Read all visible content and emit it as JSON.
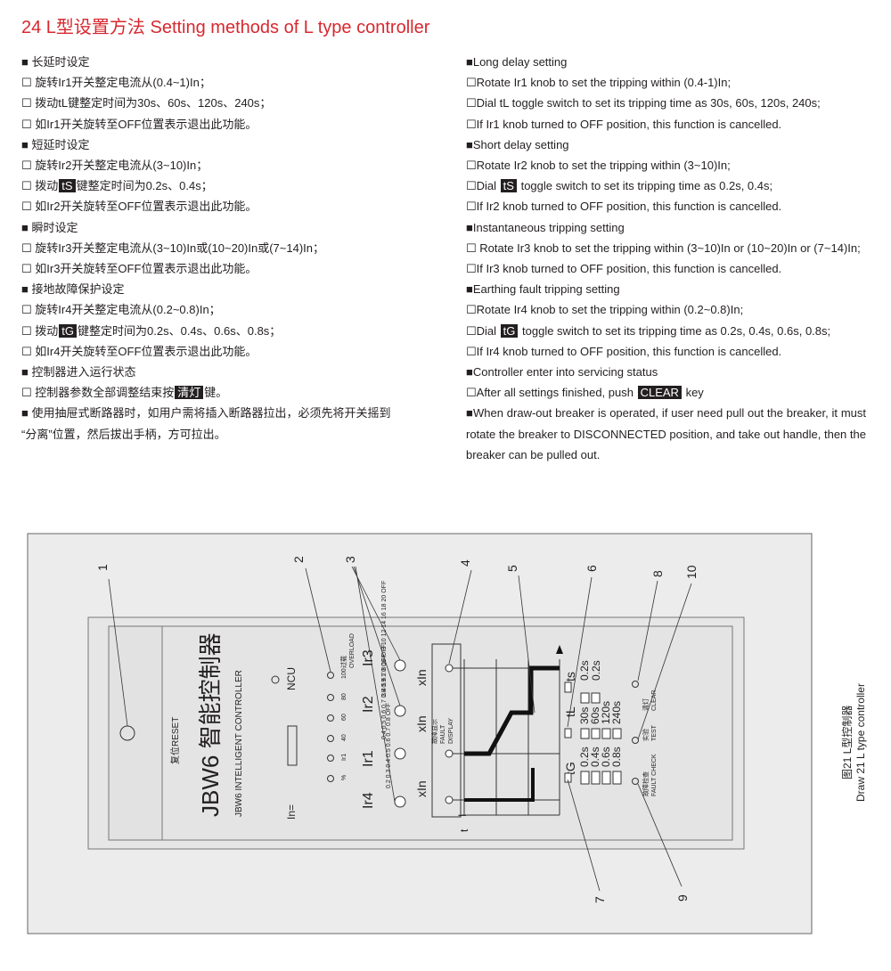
{
  "title": "24  L型设置方法 Setting methods of L type controller",
  "cn": {
    "long_head": "■ 长延时设定",
    "long_1": "☐ 旋转Ir1开关整定电流从(0.4~1)In；",
    "long_2": "☐ 拨动tL键整定时间为30s、60s、120s、240s；",
    "long_3": "☐ 如Ir1开关旋转至OFF位置表示退出此功能。",
    "short_head": "■ 短延时设定",
    "short_1": "☐ 旋转Ir2开关整定电流从(3~10)In；",
    "short_2a": "☐ 拨动",
    "short_2tag": "tS",
    "short_2b": "键整定时间为0.2s、0.4s；",
    "short_3": "☐ 如Ir2开关旋转至OFF位置表示退出此功能。",
    "inst_head": "■ 瞬时设定",
    "inst_1": "☐ 旋转Ir3开关整定电流从(3~10)In或(10~20)In或(7~14)In；",
    "inst_2": "☐ 如Ir3开关旋转至OFF位置表示退出此功能。",
    "earth_head": "■ 接地故障保护设定",
    "earth_1": "☐ 旋转Ir4开关整定电流从(0.2~0.8)In；",
    "earth_2a": "☐ 拨动",
    "earth_2tag": "tG",
    "earth_2b": "键整定时间为0.2s、0.4s、0.6s、0.8s；",
    "earth_3": "☐ 如Ir4开关旋转至OFF位置表示退出此功能。",
    "ctrl_head": "■ 控制器进入运行状态",
    "ctrl_1a": "☐ 控制器参数全部调整结束按",
    "ctrl_1tag": "清灯",
    "ctrl_1b": "键。",
    "draw_1": "■ 使用抽屉式断路器时，如用户需将插入断路器拉出，必须先将开关摇到",
    "draw_2": "“分离”位置，然后拔出手柄，方可拉出。"
  },
  "en": {
    "long_head": "■Long delay setting",
    "long_1": "☐Rotate Ir1 knob to set the tripping within (0.4-1)In;",
    "long_2": "☐Dial tL toggle switch to set its tripping time as 30s, 60s, 120s, 240s;",
    "long_3": "☐If Ir1 knob turned to OFF position, this function is cancelled.",
    "short_head": "■Short delay setting",
    "short_1": "☐Rotate Ir2 knob to set the tripping within (3~10)In;",
    "short_2a": "☐Dial ",
    "short_2tag": "tS",
    "short_2b": " toggle switch to set its tripping time as 0.2s, 0.4s;",
    "short_3": "☐If Ir2 knob turned to OFF position, this function is cancelled.",
    "inst_head": "■Instantaneous tripping setting",
    "inst_1": "☐ Rotate Ir3 knob to set the tripping within (3~10)In or (10~20)In or (7~14)In;",
    "inst_2": "☐If Ir3 knob turned to OFF position, this function is cancelled.",
    "earth_head": "■Earthing fault tripping setting",
    "earth_1": "☐Rotate Ir4 knob to set the tripping within (0.2~0.8)In;",
    "earth_2a": "☐Dial ",
    "earth_2tag": "tG",
    "earth_2b": " toggle switch to set its tripping time as 0.2s, 0.4s, 0.6s, 0.8s;",
    "earth_3": "☐If Ir4 knob turned to OFF position, this function is cancelled.",
    "ctrl_head": "■Controller enter into servicing status",
    "ctrl_1a": "☐After all settings finished, push ",
    "ctrl_1tag": "CLEAR",
    "ctrl_1b": " key",
    "draw_1": "■When draw-out breaker is operated, if user need pull out the breaker, it must rotate the breaker to DISCONNECTED position, and take out handle, then the breaker can be pulled out."
  },
  "diagram": {
    "callouts": [
      "1",
      "2",
      "3",
      "4",
      "5",
      "6",
      "7",
      "8",
      "9",
      "10"
    ],
    "brand": "JBW6 智能控制器",
    "brand_en": "JBW6 INTELLIGENT CONTROLLER",
    "ncu": "NCU",
    "in_label": "In=",
    "reset": "复位RESET",
    "overload_cn": "过载",
    "overload": "OVERLOAD",
    "led_scale": [
      "100",
      "80",
      "60",
      "40",
      "Ir1",
      "%"
    ],
    "ir1": "Ir1",
    "ir2": "Ir2",
    "ir3": "Ir3",
    "ir4": "Ir4",
    "xin": "xIn",
    "ir1_ticks": "0.4  0.5  0.6  0.7  0.8  0.9  1.0  OFF",
    "ir2_ticks": "3  4  5  6  7  8  10  OFF",
    "ir3_ticks": "3  10  12  14  16  18  20  OFF",
    "ir4_ticks": "0.2  0.3  0.4  0.5  0.6  0.7  0.8  OFF",
    "fault_cn": "故障显示",
    "fault": "FAULT",
    "display": "DISPLAY",
    "ts": "ts",
    "tl": "tL",
    "tg": "tG",
    "ts_values": [
      "0.2s",
      "0.2s"
    ],
    "tl_values": [
      "30s",
      "60s",
      "120s",
      "240s"
    ],
    "tg_values": [
      "0.2s",
      "0.4s",
      "0.6s",
      "0.8s"
    ],
    "clear_cn": "清灯",
    "clear": "CLEAR",
    "test_cn": "实验",
    "test": "TEST",
    "check_cn": "故障检查",
    "check": "FAULT CHECK",
    "axis_t": "t",
    "axis_i": "I",
    "caption_cn": "图21  L型控制器",
    "caption_en": "Draw 21 L type controller"
  }
}
